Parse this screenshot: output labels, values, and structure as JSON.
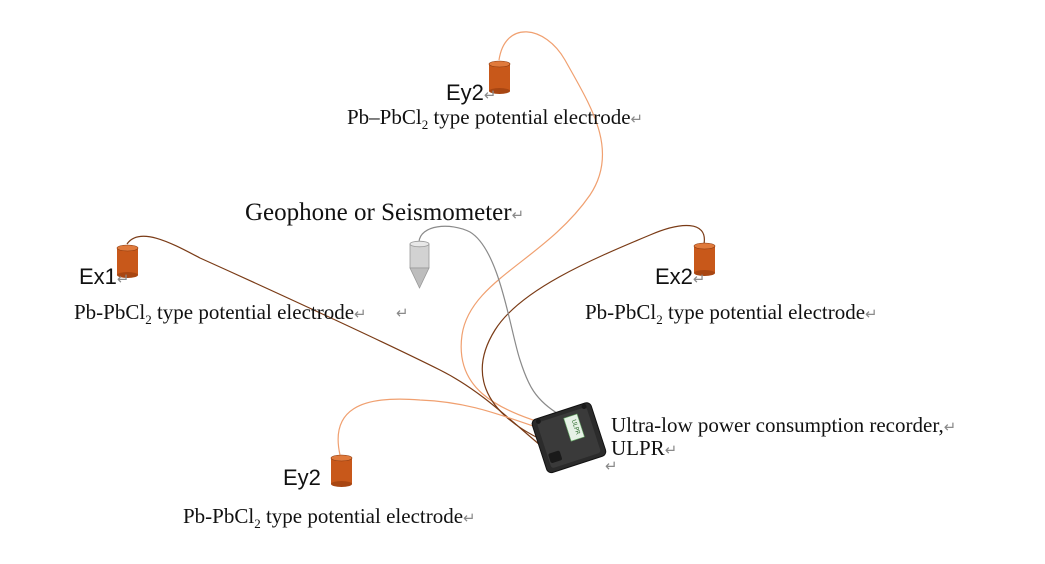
{
  "electrodes": [
    {
      "id": "ey2-top",
      "tag": "Ey2",
      "desc_prefix": "Pb–PbCl",
      "desc_sub": "2",
      "desc_suffix": " type potential electrode"
    },
    {
      "id": "ex1",
      "tag": "Ex1",
      "desc_prefix": "Pb-PbCl",
      "desc_sub": "2",
      "desc_suffix": " type potential electrode"
    },
    {
      "id": "ex2",
      "tag": "Ex2",
      "desc_prefix": "Pb-PbCl",
      "desc_sub": "2",
      "desc_suffix": " type potential electrode"
    },
    {
      "id": "ey2-bottom",
      "tag": "Ey2",
      "desc_prefix": "Pb-PbCl",
      "desc_sub": "2",
      "desc_suffix": " type potential electrode"
    }
  ],
  "geophone": {
    "label": "Geophone or Seismometer"
  },
  "recorder": {
    "line1": "Ultra-low power consumption recorder,",
    "line2": "ULPR",
    "screen_text": "ULPR"
  },
  "return_mark": "↵",
  "colors": {
    "electrode_body": "#c8581a",
    "electrode_top": "#e07a3c",
    "wire_x": "#7a3b16",
    "wire_y": "#f0a070",
    "wire_geophone": "#8a8a8a",
    "recorder_body": "#2b2b2b",
    "geophone_body": "#cfcfcf"
  }
}
